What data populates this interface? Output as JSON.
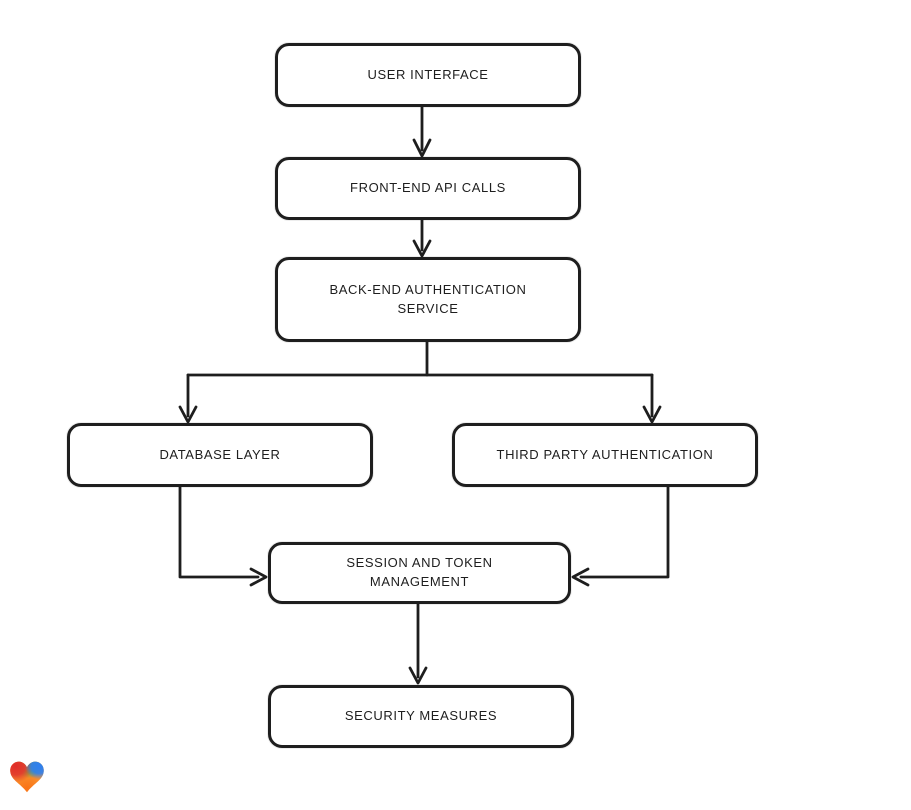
{
  "diagram": {
    "type": "flowchart",
    "style": "hand-drawn",
    "colors": {
      "stroke": "#1e1e1e",
      "node_fill": "#ffffff",
      "background": "#ffffff"
    },
    "nodes": [
      {
        "id": "user-interface",
        "label": "USER INTERFACE"
      },
      {
        "id": "front-end-api-calls",
        "label": "FRONT-END API CALLS"
      },
      {
        "id": "back-end-auth-service",
        "label": "BACK-END AUTHENTICATION SERVICE"
      },
      {
        "id": "database-layer",
        "label": "DATABASE LAYER"
      },
      {
        "id": "third-party-auth",
        "label": "THIRD PARTY AUTHENTICATION"
      },
      {
        "id": "session-token-mgmt",
        "label": "SESSION AND TOKEN MANAGEMENT"
      },
      {
        "id": "security-measures",
        "label": "SECURITY MEASURES"
      }
    ],
    "edges": [
      {
        "from": "user-interface",
        "to": "front-end-api-calls"
      },
      {
        "from": "front-end-api-calls",
        "to": "back-end-auth-service"
      },
      {
        "from": "back-end-auth-service",
        "to": "database-layer"
      },
      {
        "from": "back-end-auth-service",
        "to": "third-party-auth"
      },
      {
        "from": "database-layer",
        "to": "session-token-mgmt"
      },
      {
        "from": "third-party-auth",
        "to": "session-token-mgmt"
      },
      {
        "from": "session-token-mgmt",
        "to": "security-measures"
      }
    ]
  },
  "branding": {
    "logo_icon": "gradient-heart-logo",
    "logo_colors": {
      "red": "#E23B2E",
      "green": "#5BA83C",
      "blue": "#2D7FF0",
      "orange": "#F9A13B",
      "deep_orange": "#F97316"
    }
  }
}
